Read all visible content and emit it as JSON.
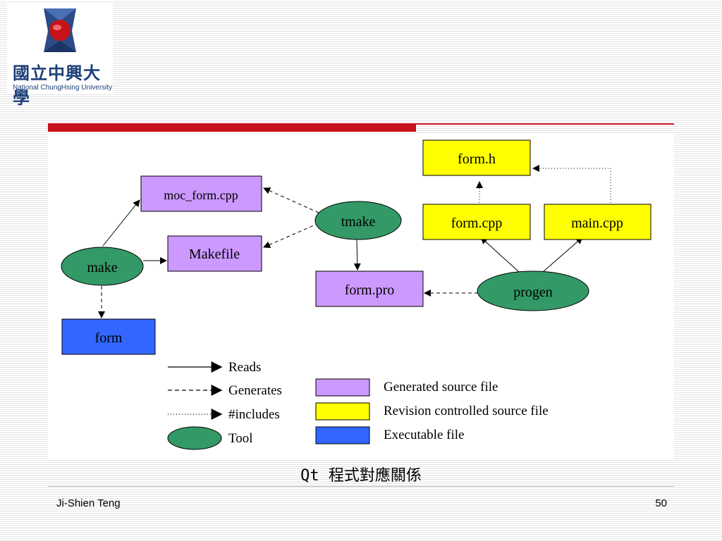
{
  "logo": {
    "name_cn": "國立中興大學",
    "name_en": "National ChungHsing University"
  },
  "diagram": {
    "nodes": {
      "form_h": "form.h",
      "moc_form_cpp": "moc_form.cpp",
      "tmake": "tmake",
      "form_cpp": "form.cpp",
      "main_cpp": "main.cpp",
      "makefile": "Makefile",
      "make": "make",
      "form_pro": "form.pro",
      "progen": "progen",
      "form": "form"
    },
    "legend": {
      "reads": "Reads",
      "generates": "Generates",
      "includes": "#includes",
      "tool": "Tool",
      "generated_source": "Generated source file",
      "revision_controlled": "Revision controlled source file",
      "executable": "Executable file"
    },
    "colors": {
      "generated": "#cc99ff",
      "revision": "#ffff00",
      "executable": "#3366ff",
      "tool": "#339966"
    }
  },
  "caption": "Qt 程式對應關係",
  "footer": {
    "author": "Ji-Shien Teng",
    "page": "50"
  }
}
